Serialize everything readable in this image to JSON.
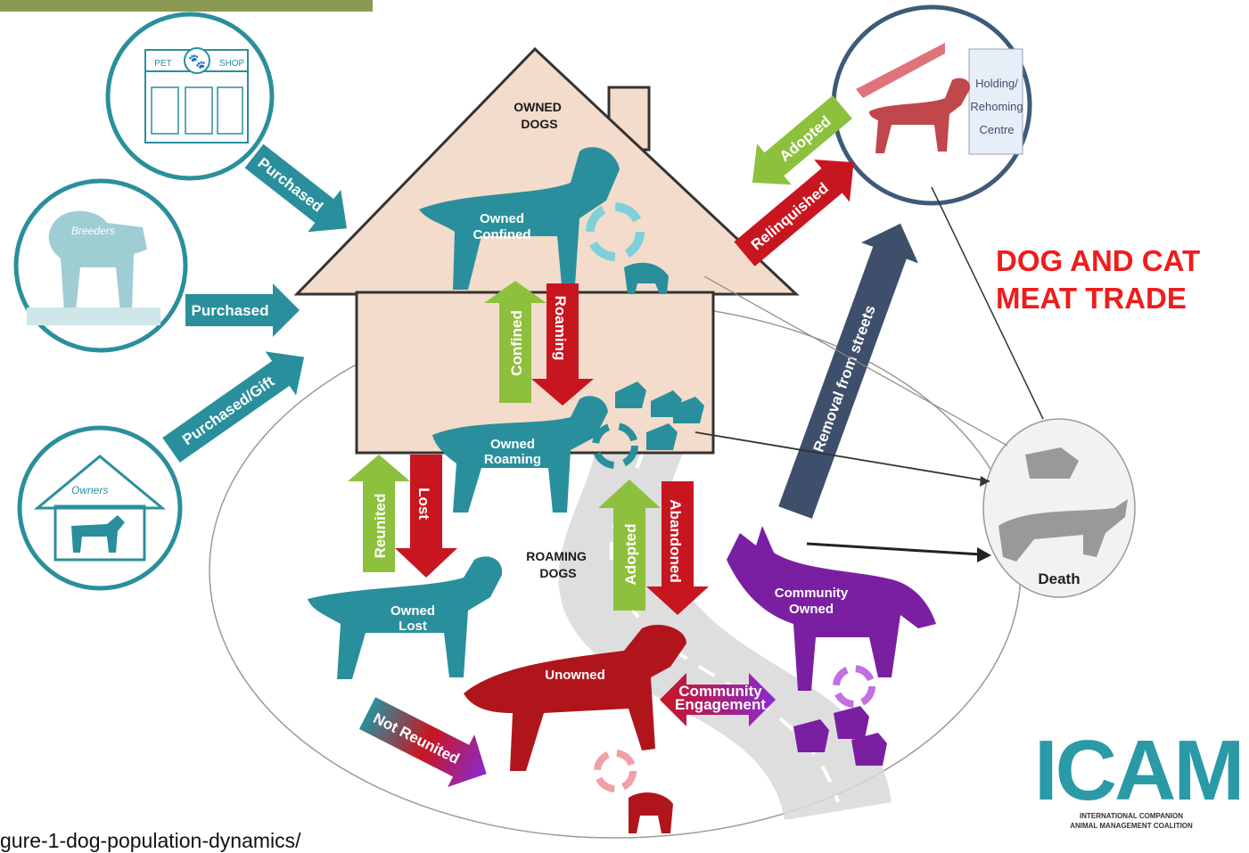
{
  "colors": {
    "teal": "#2a8f9c",
    "red": "#c81620",
    "green": "#8dc03c",
    "navy": "#3e4f6b",
    "purple": "#7a1fa2",
    "house": "#f3dccb",
    "accent_red": "#ee1c1c",
    "topbar": "#8b9a52"
  },
  "sources": {
    "pet_shop": {
      "left": "PET",
      "right": "SHOP"
    },
    "breeders": "Breeders",
    "owners": "Owners"
  },
  "arrows": {
    "purchased_1": "Purchased",
    "purchased_2": "Purchased",
    "purchased_gift": "Purchased/Gift",
    "adopted_top": "Adopted",
    "relinquished": "Relinquished",
    "confined": "Confined",
    "roaming": "Roaming",
    "reunited": "Reunited",
    "lost": "Lost",
    "adopted_mid": "Adopted",
    "abandoned": "Abandoned",
    "removal": "Removal from streets",
    "not_reunited": "Not Reunited",
    "community_engagement": [
      "Community",
      "Engagement"
    ]
  },
  "house_title": [
    "OWNED",
    "DOGS"
  ],
  "roaming_title": [
    "ROAMING",
    "DOGS"
  ],
  "dogs": {
    "owned_confined": [
      "Owned",
      "Confined"
    ],
    "owned_roaming": [
      "Owned",
      "Roaming"
    ],
    "owned_lost": [
      "Owned",
      "Lost"
    ],
    "unowned": "Unowned",
    "community_owned": [
      "Community",
      "Owned"
    ]
  },
  "holding": [
    "Holding/",
    "Rehoming",
    "Centre"
  ],
  "death": "Death",
  "meat_trade": [
    "DOG AND CAT",
    "MEAT TRADE"
  ],
  "caption": "gure-1-dog-population-dynamics/",
  "logo": {
    "mark": "ICAM",
    "line1": "INTERNATIONAL COMPANION",
    "line2": "ANIMAL MANAGEMENT COALITION"
  }
}
